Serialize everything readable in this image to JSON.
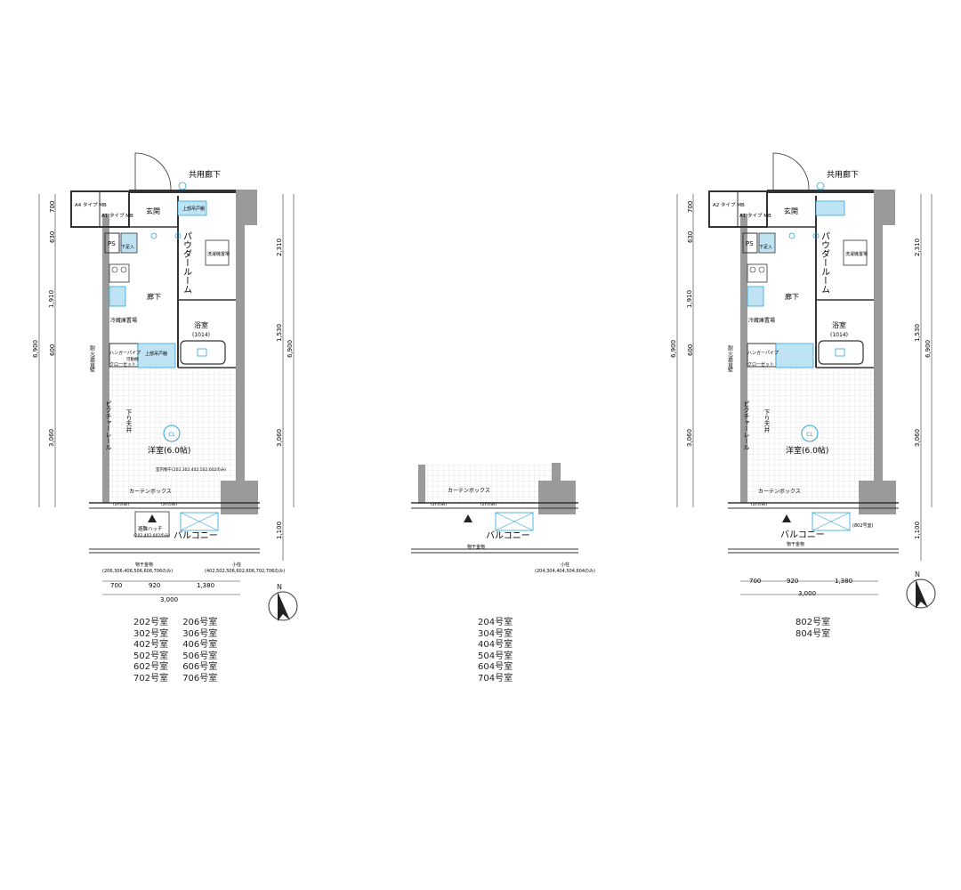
{
  "plan_a": {
    "corridor": "共用廊下",
    "mb_a4": "A4 タイプ MB",
    "mb_a1": "A1 タイプ MB",
    "entrance": "玄関",
    "ps": "PS",
    "shoe": "下足入",
    "powder": "パウダールーム",
    "washer": "洗濯機置場",
    "shelf": "上部吊戸棚",
    "hall": "廊下",
    "fridge": "冷蔵庫置場",
    "bath": "浴室",
    "bath_size": "(1014)",
    "hanger": "ハンガーパイプ",
    "closet": "クローゼット",
    "closet_prefix": "可動棚",
    "shelf2": "上部吊戸棚",
    "fire_wall": "耐火遮音壁",
    "picture_rail": "ピクチャーレール",
    "ceiling": "下り天井",
    "room": "洋室(6.0帖)",
    "aux": "室内物干(202,302,402,502,602のみ)",
    "curtain": "カーテンボックス",
    "sill_note": "(2Fのみ)",
    "sill_note2": "(2Fのみ)",
    "hatch": "避難ハッチ",
    "hatch_units": "(202,402,602のみ)",
    "balcony": "バルコニー",
    "clothes": "物干金物",
    "clothes_units": "(206,306,406,506,606,706のみ)",
    "pillar": "小柱",
    "pillar_units": "(402,502,506,602,606,702,706のみ)",
    "dims_h": [
      "700",
      "920",
      "1,380"
    ],
    "dim_total": "3,000",
    "dims_left": [
      "700",
      "630",
      "1,910",
      "600",
      "3,060"
    ],
    "dim_left_total": "6,900",
    "dims_right": [
      "2,310",
      "1,530",
      "3,060",
      "1,100"
    ],
    "dim_right_total": "6,900",
    "units": [
      "202号室",
      "302号室",
      "402号室",
      "502号室",
      "602号室",
      "702号室"
    ],
    "units2": [
      "206号室",
      "306号室",
      "406号室",
      "506号室",
      "606号室",
      "706号室"
    ]
  },
  "plan_b": {
    "curtain": "カーテンボックス",
    "sill_note": "(2Fのみ)",
    "sill_note2": "(2Fのみ)",
    "balcony": "バルコニー",
    "clothes": "物干金物",
    "pillar": "小柱",
    "pillar_units": "(204,304,404,504,604のみ)",
    "units": [
      "204号室",
      "304号室",
      "404号室",
      "504号室",
      "604号室",
      "704号室"
    ]
  },
  "plan_c": {
    "corridor": "共用廊下",
    "mb_a2": "A2 タイプ MB",
    "mb_a1": "A1 タイプ MB",
    "entrance": "玄関",
    "ps": "PS",
    "shoe": "下足入",
    "powder": "パウダールーム",
    "washer": "洗濯機置場",
    "hall": "廊下",
    "fridge": "冷蔵庫置場",
    "bath": "浴室",
    "bath_size": "(1014)",
    "hanger": "ハンガーパイプ",
    "closet": "クローゼット",
    "fire_wall": "耐火遮音壁",
    "picture_rail": "ピクチャーレール",
    "ceiling": "下り天井",
    "room": "洋室(6.0帖)",
    "curtain": "カーテンボックス",
    "sill_note": "(2Fのみ)",
    "balcony": "バルコニー",
    "note_802": "(802号室)",
    "clothes": "物干金物",
    "dims_h": [
      "700",
      "920",
      "1,380"
    ],
    "dim_total": "3,000",
    "dims_left": [
      "700",
      "630",
      "1,910",
      "600",
      "3,060"
    ],
    "dim_left_total": "6,900",
    "dims_right": [
      "2,310",
      "1,530",
      "3,060",
      "1,100"
    ],
    "dim_right_total": "6,900",
    "units": [
      "802号室",
      "804号室"
    ]
  },
  "colors": {
    "fixture": "#2fa3d6",
    "fixture_fill": "#bfe3f3",
    "wall": "#9a9a9a",
    "line": "#333333"
  }
}
